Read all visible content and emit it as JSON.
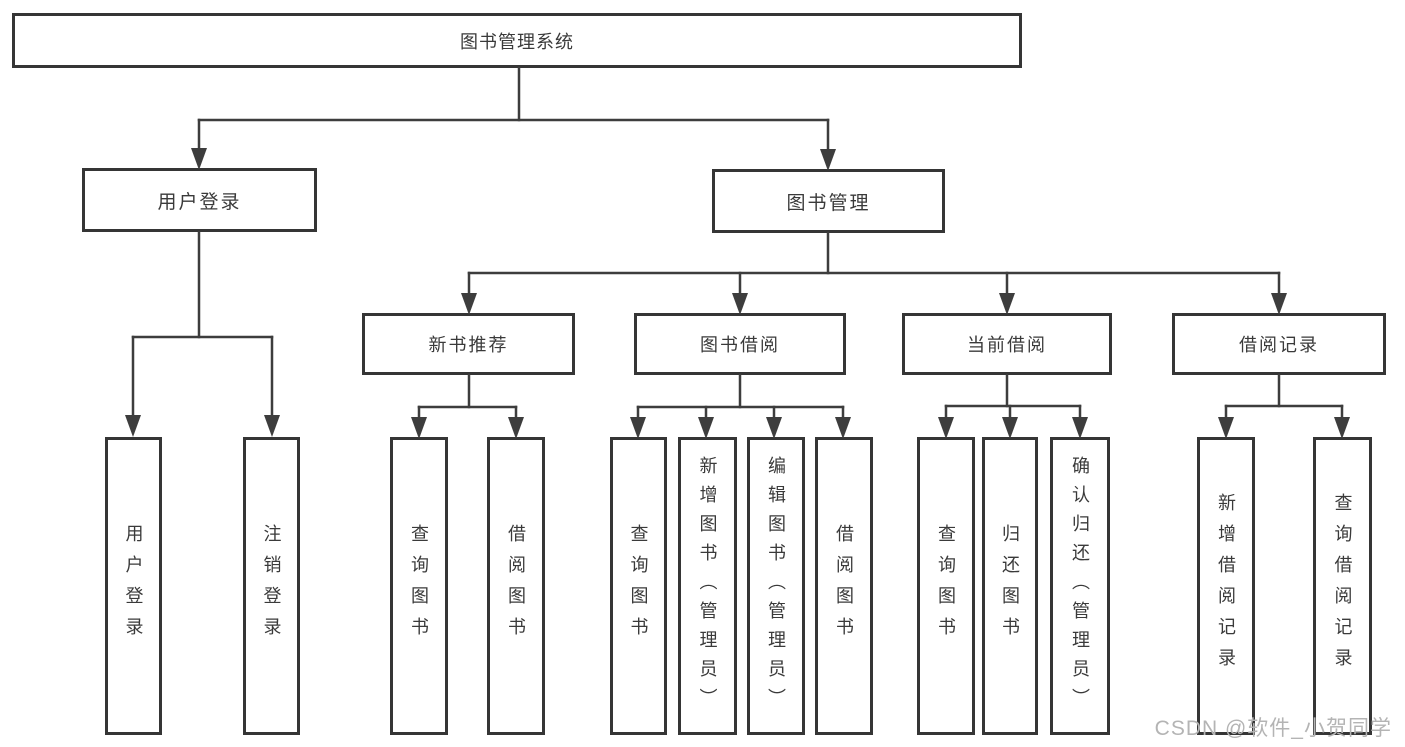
{
  "colors": {
    "bg": "#ffffff",
    "line": "#3d3d3d",
    "border": "#353535",
    "text": "#3a3a3a",
    "watermark": "#b4b4b4"
  },
  "tree": {
    "root": {
      "label": "图书管理系统"
    },
    "level2": [
      {
        "label": "用户登录"
      },
      {
        "label": "图书管理"
      }
    ],
    "level3": [
      {
        "label": "新书推荐"
      },
      {
        "label": "图书借阅"
      },
      {
        "label": "当前借阅"
      },
      {
        "label": "借阅记录"
      }
    ],
    "leaves": {
      "user_login": [
        {
          "label": "用户登录"
        },
        {
          "label": "注销登录"
        }
      ],
      "new_book": [
        {
          "label": "查询图书"
        },
        {
          "label": "借阅图书"
        }
      ],
      "book_borrow": [
        {
          "label": "查询图书"
        },
        {
          "label": "新增图书（管理员）"
        },
        {
          "label": "编辑图书（管理员）"
        },
        {
          "label": "借阅图书"
        }
      ],
      "current_borrow": [
        {
          "label": "查询图书"
        },
        {
          "label": "归还图书"
        },
        {
          "label": "确认归还（管理员）"
        }
      ],
      "borrow_records": [
        {
          "label": "新增借阅记录"
        },
        {
          "label": "查询借阅记录"
        }
      ]
    }
  },
  "watermark": {
    "text": "CSDN @软件_小贺同学"
  }
}
